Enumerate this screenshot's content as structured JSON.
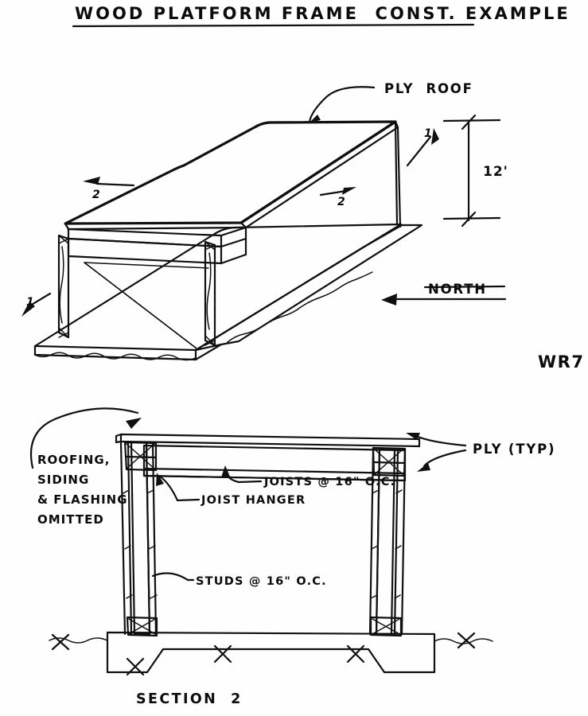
{
  "sheet": {
    "title": "WOOD PLATFORM FRAME  CONST. EXAMPLE",
    "sheet_ref": "WR7",
    "ink_color": "#101010",
    "paper_color": "#fefefe"
  },
  "isometric": {
    "name": "isometric-view",
    "labels": {
      "ply_roof": "PLY  ROOF",
      "north": "NORTH",
      "dimension_height": "12'"
    },
    "section_marks": [
      {
        "id": "sec-1-upper-right",
        "number": "1"
      },
      {
        "id": "sec-2-upper-left",
        "number": "2"
      },
      {
        "id": "sec-2-roof",
        "number": "2"
      },
      {
        "id": "sec-1-lower-left",
        "number": "1"
      }
    ]
  },
  "section": {
    "name": "section-view",
    "caption": "SECTION  2",
    "labels": {
      "omitted_note": [
        "ROOFING,",
        "SIDING",
        "& FLASHING",
        "OMITTED"
      ],
      "ply_typ": "PLY (TYP)",
      "joists": "JOISTS @ 16\" O.C.",
      "joist_hanger": "JOIST HANGER",
      "studs": "STUDS @ 16\" O.C."
    }
  }
}
